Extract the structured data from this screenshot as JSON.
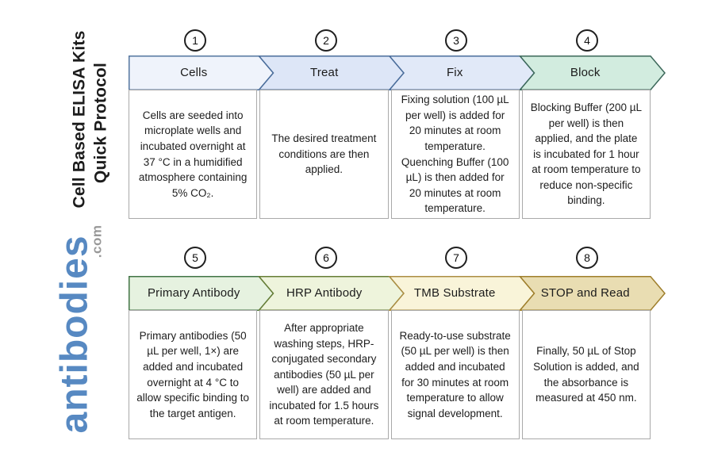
{
  "sidebar": {
    "title_line1": "Cell Based ELISA Kits",
    "title_line2": "Quick Protocol",
    "logo_text": "antibodies",
    "logo_suffix": ".com",
    "logo_color": "#5789c2"
  },
  "steps": [
    {
      "number": "1",
      "label": "Cells",
      "description": "Cells are seeded into microplate wells and incubated overnight at 37 °C in a humidified atmosphere containing 5% CO₂.",
      "fill": "#eff3fb",
      "border": "#53759f"
    },
    {
      "number": "2",
      "label": "Treat",
      "description": "The desired treatment conditions are then applied.",
      "fill": "#dde6f7",
      "border": "#4a6d9b"
    },
    {
      "number": "3",
      "label": "Fix",
      "description": "Fixing solution (100 µL per well) is added for 20 minutes at room temperature. Quenching Buffer (100 µL) is then added for 20 minutes at room temperature.",
      "fill": "#e1e9f8",
      "border": "#4a6d9b"
    },
    {
      "number": "4",
      "label": "Block",
      "description": "Blocking Buffer (200 µL per well) is then applied, and the plate is incubated for 1 hour at room temperature to reduce non-specific binding.",
      "fill": "#d2ecdf",
      "border": "#3c685a"
    },
    {
      "number": "5",
      "label": "Primary Antibody",
      "description": "Primary antibodies (50 µL per well, 1×) are added and incubated overnight at 4 °C to allow specific binding to the target antigen.",
      "fill": "#e6f2e0",
      "border": "#417445"
    },
    {
      "number": "6",
      "label": "HRP Antibody",
      "description": "After appropriate washing steps, HRP-conjugated secondary antibodies (50 µL per well) are added and incubated for 1.5 hours at room temperature.",
      "fill": "#eef4dc",
      "border": "#667d36"
    },
    {
      "number": "7",
      "label": "TMB Substrate",
      "description": "Ready-to-use substrate (50 µL per well) is then added and incubated for 30 minutes at room temperature to allow signal development.",
      "fill": "#f9f4d9",
      "border": "#ab8d42"
    },
    {
      "number": "8",
      "label": "STOP and Read",
      "description": "Finally, 50 µL of Stop Solution is added, and the absorbance is measured at 450 nm.",
      "fill": "#e9ddb2",
      "border": "#9e7e2b"
    }
  ]
}
